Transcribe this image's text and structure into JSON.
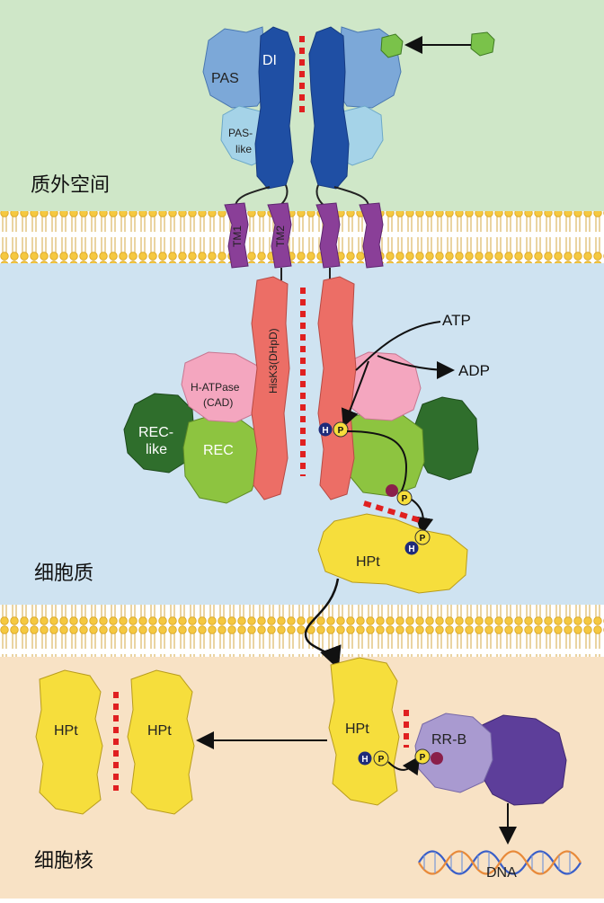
{
  "regions": {
    "extracellular": "质外空间",
    "cytoplasm": "细胞质",
    "nucleus": "细胞核"
  },
  "domains": {
    "di": "DI",
    "pas": "PAS",
    "pas_like_1": "PAS-",
    "pas_like_2": "like",
    "tm1": "TM1",
    "tm2": "TM2",
    "hisk": "HisK3(DHpD)",
    "hatpase_1": "H-ATPase",
    "hatpase_2": "(CAD)",
    "rec": "REC",
    "rec_like_1": "REC-",
    "rec_like_2": "like",
    "hpt": "HPt",
    "rrb": "RR-B",
    "dna": "DNA"
  },
  "chemicals": {
    "atp": "ATP",
    "adp": "ADP",
    "his": "H",
    "phos": "P"
  },
  "colors": {
    "extracellular_bg": "#cfe7c8",
    "cytoplasm_bg": "#cfe3f1",
    "nucleus_bg": "#f8e2c5",
    "membrane_dot": "#f5c840",
    "pas": "#7ca8d8",
    "di": "#1f4fa4",
    "pas_like": "#a5d3e8",
    "tm": "#8a3f98",
    "hisk": "#ec6e66",
    "hatpase": "#f4a6bf",
    "rec": "#8dc440",
    "rec_like": "#2f6e2c",
    "hpt": "#f6de3c",
    "rrb": "#a99ad0",
    "rrb_dark": "#5d3e9a",
    "dimer_dash": "#e02020",
    "ligand": "#7ac24a"
  }
}
